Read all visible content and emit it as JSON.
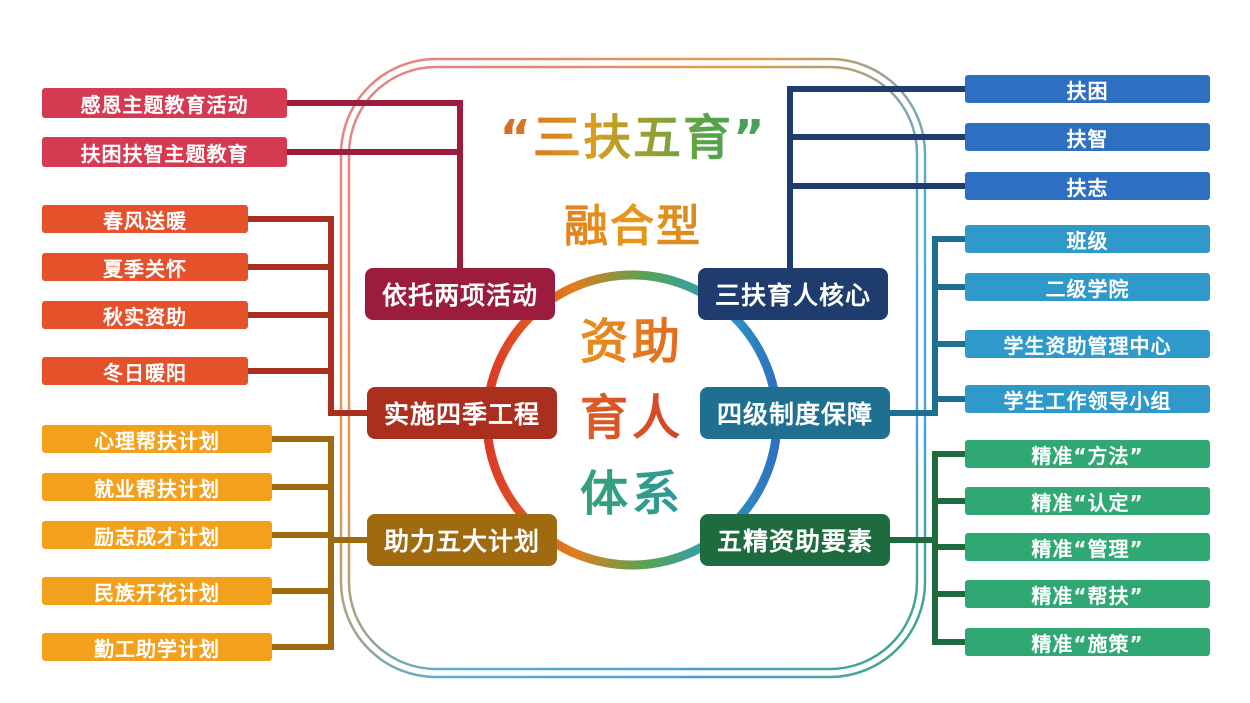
{
  "diagram": {
    "title_top": "“三扶五育”",
    "title_sub": "融合型",
    "center": [
      "资助",
      "育人",
      "体系"
    ]
  },
  "hubs": [
    {
      "label": "依托两项活动",
      "color": "#9c1c3d"
    },
    {
      "label": "实施四季工程",
      "color": "#ab2f1e"
    },
    {
      "label": "助力五大计划",
      "color": "#a06b10"
    },
    {
      "label": "三扶育人核心",
      "color": "#1e3c6e"
    },
    {
      "label": "四级制度保障",
      "color": "#1f7090"
    },
    {
      "label": "五精资助要素",
      "color": "#1e6b40"
    }
  ],
  "left_groups": [
    {
      "name": "two-activities",
      "color": "#d53a52",
      "items": [
        "感恩主题教育活动",
        "扶困扶智主题教育"
      ]
    },
    {
      "name": "four-seasons",
      "color": "#e5512b",
      "items": [
        "春风送暖",
        "夏季关怀",
        "秋实资助",
        "冬日暖阳"
      ]
    },
    {
      "name": "five-plans",
      "color": "#f3a11d",
      "items": [
        "心理帮扶计划",
        "就业帮扶计划",
        "励志成才计划",
        "民族开花计划",
        "勤工助学计划"
      ]
    }
  ],
  "right_groups": [
    {
      "name": "three-supports",
      "color": "#2f6fc1",
      "items": [
        "扶困",
        "扶智",
        "扶志"
      ]
    },
    {
      "name": "four-levels",
      "color": "#2f9aca",
      "items": [
        "班级",
        "二级学院",
        "学生资助管理中心",
        "学生工作领导小组"
      ]
    },
    {
      "name": "five-precision",
      "color": "#2fa873",
      "items": [
        "精准“方法”",
        "精准“认定”",
        "精准“管理”",
        "精准“帮扶”",
        "精准“施策”"
      ]
    }
  ]
}
